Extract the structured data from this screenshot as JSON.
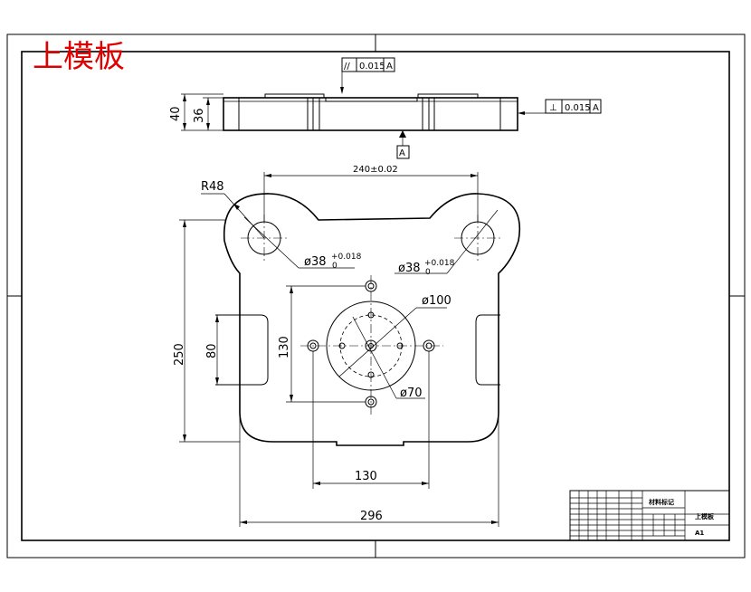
{
  "title": "上模板",
  "tolerance_frames": {
    "parallelism": {
      "symbol": "//",
      "value": "0.015",
      "datum": "A"
    },
    "perpendicularity": {
      "symbol": "⊥",
      "value": "0.015",
      "datum": "A"
    }
  },
  "datum_label": "A",
  "dimensions": {
    "thickness_overall": "40",
    "thickness_inner": "36",
    "guide_spacing": "240±0.02",
    "radius": "R48",
    "bore_left": "ø38",
    "bore_right": "ø38",
    "bore_tol_upper": "+0.018",
    "bore_tol_lower": "0",
    "pitch_circle": "ø100",
    "inner_circle": "ø70",
    "height_overall": "250",
    "slot_height": "80",
    "hole_vertical_spacing": "130",
    "hole_horizontal_spacing": "130",
    "width_overall": "296"
  },
  "title_block": {
    "material_mark": "材料标记",
    "part_name": "上模板",
    "sheet_size": "A1"
  }
}
